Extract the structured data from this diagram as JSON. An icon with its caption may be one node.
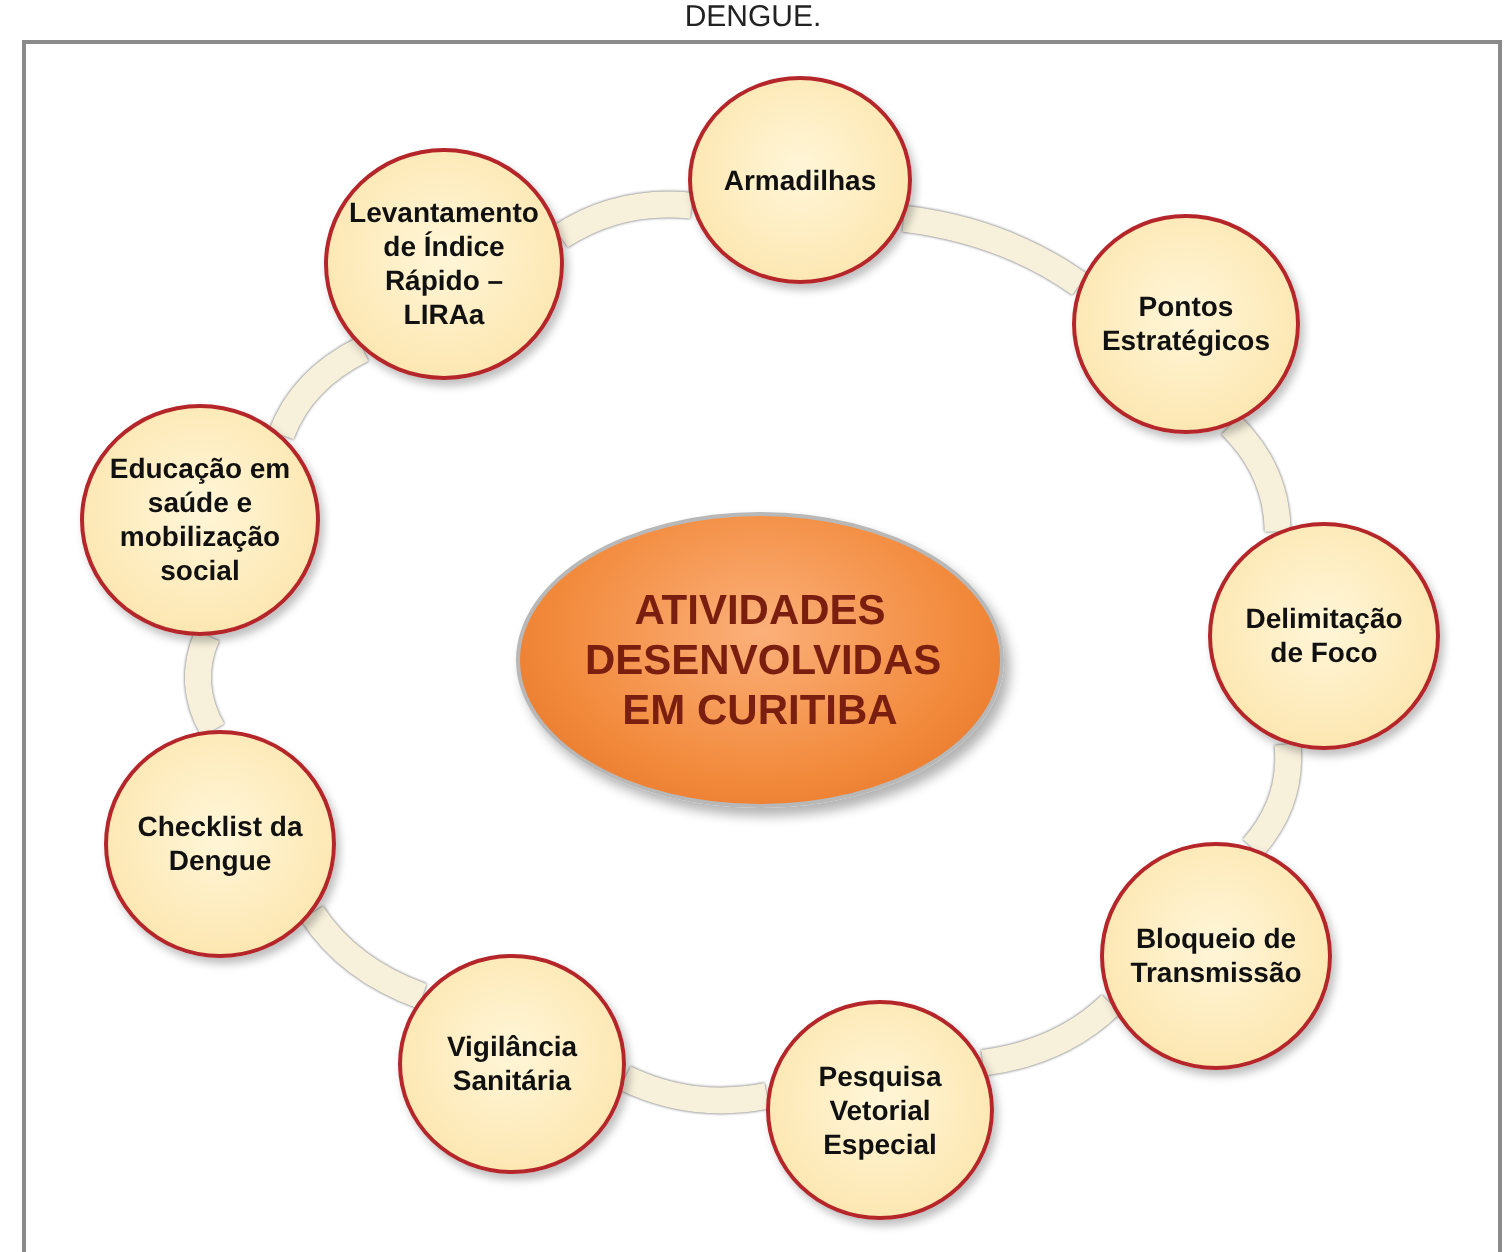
{
  "diagram": {
    "nodes": [
      {
        "text": [
          "Armadilhas"
        ]
      },
      {
        "text": [
          "Pontos Estratégicos"
        ]
      },
      {
        "text": [
          "Delimitação de Foco"
        ]
      },
      {
        "text": [
          "Bloqueio de Transmissão"
        ]
      },
      {
        "text": [
          "Pesquisa Vetorial Especial"
        ]
      },
      {
        "text": [
          "Vigilância Sanitária"
        ]
      },
      {
        "text": [
          "Checklist da Dengue"
        ]
      },
      {
        "text": [
          "Educação em saúde e mobilização social"
        ]
      },
      {
        "text": [
          "Levantamento de Índice Rápido – LIRAa"
        ]
      },
      {
        "text": [
          "ATIVIDADES DESENVOLVIDAS EM CURITIBA"
        ]
      }
    ],
    "edges": [
      {
        "from": 0,
        "to": 1,
        "arrow": "none"
      },
      {
        "from": 1,
        "to": 2,
        "arrow": "none"
      },
      {
        "from": 2,
        "to": 3,
        "arrow": "none"
      },
      {
        "from": 3,
        "to": 4,
        "arrow": "none"
      },
      {
        "from": 4,
        "to": 5,
        "arrow": "none"
      },
      {
        "from": 5,
        "to": 6,
        "arrow": "none"
      },
      {
        "from": 6,
        "to": 7,
        "arrow": "none"
      },
      {
        "from": 7,
        "to": 8,
        "arrow": "none"
      },
      {
        "from": 8,
        "to": 0,
        "arrow": "none"
      }
    ],
    "labels": [
      "DENGUE."
    ]
  }
}
